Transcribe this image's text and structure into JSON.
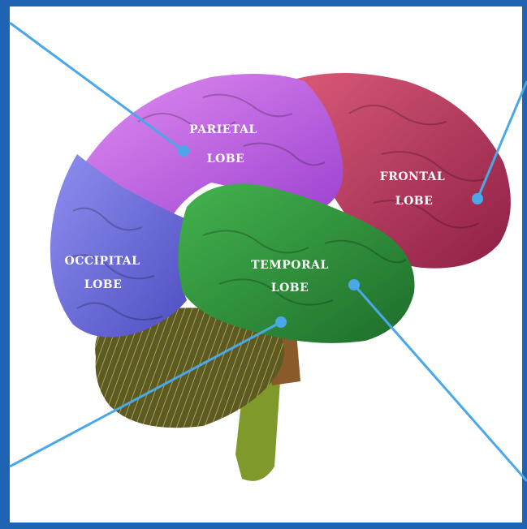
{
  "labels": {
    "parietal": [
      "PARIETAL",
      "LOBE"
    ],
    "frontal": [
      "FRONTAL",
      "LOBE"
    ],
    "occipital": [
      "OCCIPITAL",
      "LOBE"
    ],
    "temporal": [
      "TEMPORAL",
      "LOBE"
    ]
  },
  "colors": {
    "frame": "#1f63b3",
    "pointer": "#4aa8e8",
    "parietal": "#b35ae0",
    "frontal": "#b83a5e",
    "occipital": "#6a6ad8",
    "temporal": "#2e8f3c",
    "cerebellum": "#6b6a2a",
    "brainstem": "#7f8f2a"
  }
}
